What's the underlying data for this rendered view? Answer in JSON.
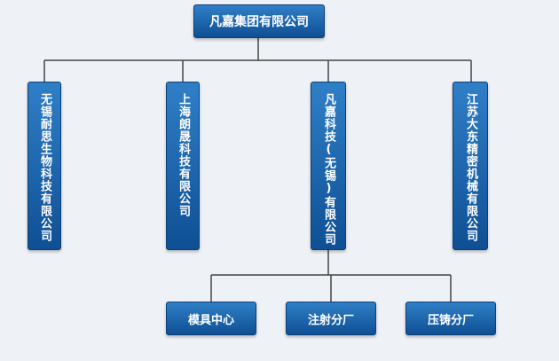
{
  "root": {
    "label": "凡嘉集团有限公司"
  },
  "companies": [
    {
      "label": "无锡耐思生物科技有限公司"
    },
    {
      "label": "上海朗晟科技有限公司"
    },
    {
      "label": "凡嘉科技(无锡)有限公司"
    },
    {
      "label": "江苏大东精密机械有限公司"
    }
  ],
  "departments": [
    {
      "label": "模具中心"
    },
    {
      "label": "注射分厂"
    },
    {
      "label": "压铸分厂"
    }
  ],
  "colors": {
    "node_top": "#2f7fc7",
    "node_bottom": "#0f4f94",
    "connector": "#444444",
    "background": "#eef2f6"
  }
}
